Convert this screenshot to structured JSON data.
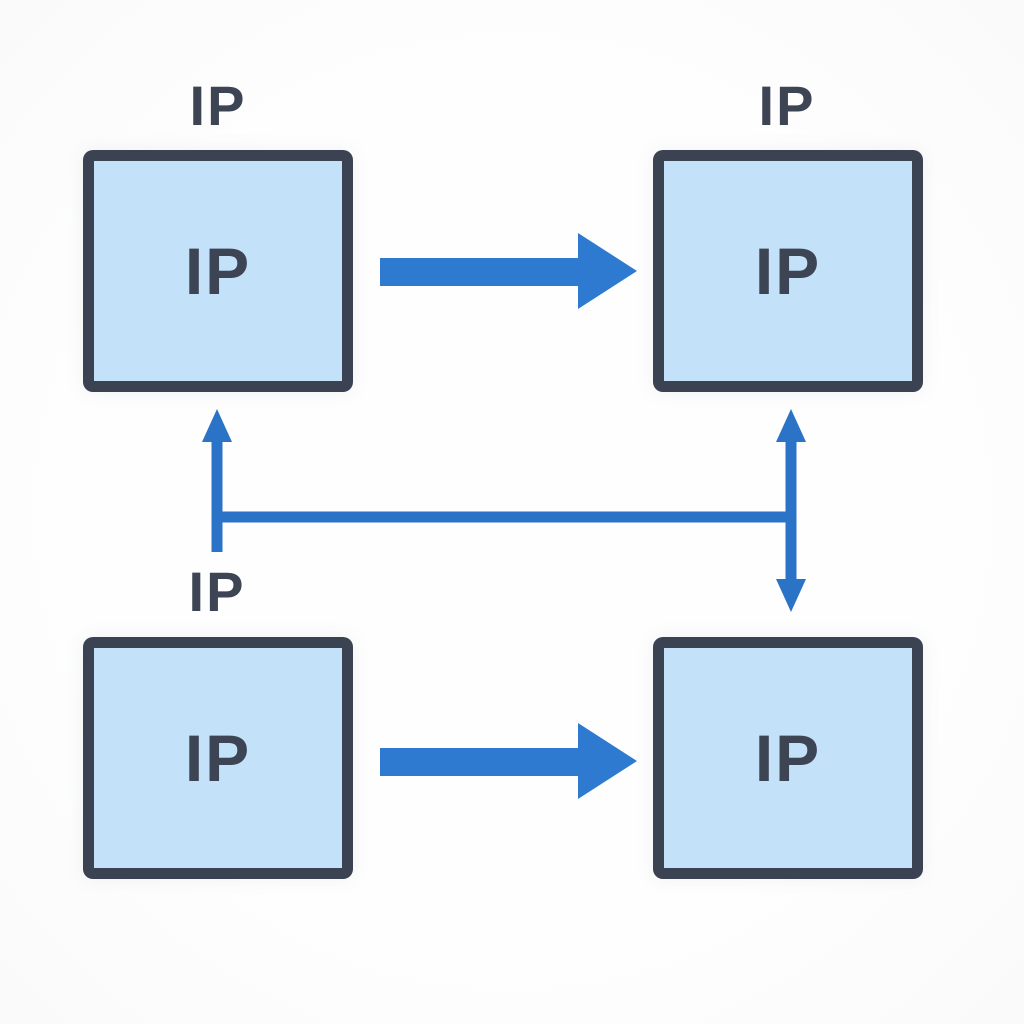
{
  "diagram": {
    "title": "ip-blocks-flow-diagram",
    "colors": {
      "box_fill": "#c3e1f8",
      "box_border": "#3b4251",
      "text_dark": "#3d4454",
      "thick_arrow_blue": "#2e7ad0",
      "thin_connector_blue": "#2b73c7",
      "background": "#fdfdfe"
    },
    "nodes": [
      {
        "id": "top-left",
        "label": "IP",
        "outer_label": "IP"
      },
      {
        "id": "top-right",
        "label": "IP",
        "outer_label": "IP"
      },
      {
        "id": "bottom-left",
        "label": "IP",
        "outer_label": "IP"
      },
      {
        "id": "bottom-right",
        "label": "IP",
        "outer_label": ""
      }
    ],
    "edges": [
      {
        "from": "top-left",
        "to": "top-right",
        "style": "thick-solid-arrow-right"
      },
      {
        "from": "bottom-left",
        "to": "bottom-right",
        "style": "thick-solid-arrow-right"
      },
      {
        "from": "bottom-left-area",
        "to": "top-left",
        "style": "thin-arrow-up"
      },
      {
        "from": "left-branch",
        "to": "right-branch",
        "style": "thin-horizontal-connector"
      },
      {
        "from": "top-right",
        "to": "bottom-right",
        "style": "thin-double-headed-vertical-arrow"
      }
    ]
  }
}
